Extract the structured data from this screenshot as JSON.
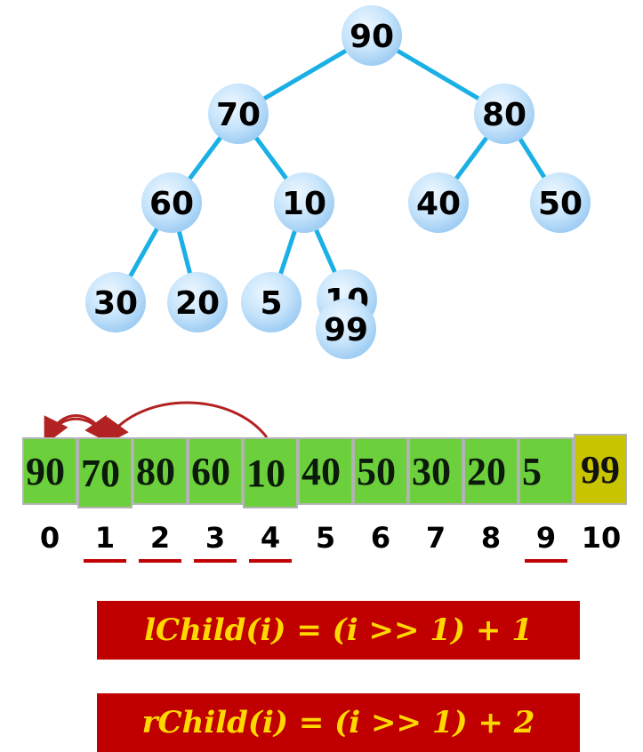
{
  "tree": {
    "nodes": [
      {
        "id": "n90",
        "label": "90"
      },
      {
        "id": "n70",
        "label": "70"
      },
      {
        "id": "n80",
        "label": "80"
      },
      {
        "id": "n60",
        "label": "60"
      },
      {
        "id": "n10a",
        "label": "10"
      },
      {
        "id": "n40",
        "label": "40"
      },
      {
        "id": "n50",
        "label": "50"
      },
      {
        "id": "n30",
        "label": "30"
      },
      {
        "id": "n20",
        "label": "20"
      },
      {
        "id": "n5",
        "label": "5"
      },
      {
        "id": "n10b",
        "label": "10"
      },
      {
        "id": "n99",
        "label": "99"
      }
    ],
    "edges": [
      [
        "n90",
        "n70"
      ],
      [
        "n90",
        "n80"
      ],
      [
        "n70",
        "n60"
      ],
      [
        "n70",
        "n10a"
      ],
      [
        "n80",
        "n40"
      ],
      [
        "n80",
        "n50"
      ],
      [
        "n60",
        "n30"
      ],
      [
        "n60",
        "n20"
      ],
      [
        "n10a",
        "n5"
      ],
      [
        "n10a",
        "n10b"
      ]
    ]
  },
  "array": {
    "values": [
      "90",
      "70",
      "80",
      "60",
      "10",
      "40",
      "50",
      "30",
      "20",
      "5",
      "99"
    ],
    "indices": [
      "0",
      "1",
      "2",
      "3",
      "4",
      "5",
      "6",
      "7",
      "8",
      "9",
      "10"
    ],
    "underlined_indices": [
      1,
      2,
      3,
      4,
      9
    ],
    "highlight_index": 10
  },
  "formulas": {
    "left": "lChild(i) = (i >> 1) + 1",
    "right": "rChild(i) = (i >> 1) + 2"
  },
  "colors": {
    "edge": "#1bb0e5",
    "cell": "#6ccf3c",
    "cell_highlight": "#c9c400",
    "accent_red": "#c00000",
    "formula_text": "#ffd800"
  }
}
